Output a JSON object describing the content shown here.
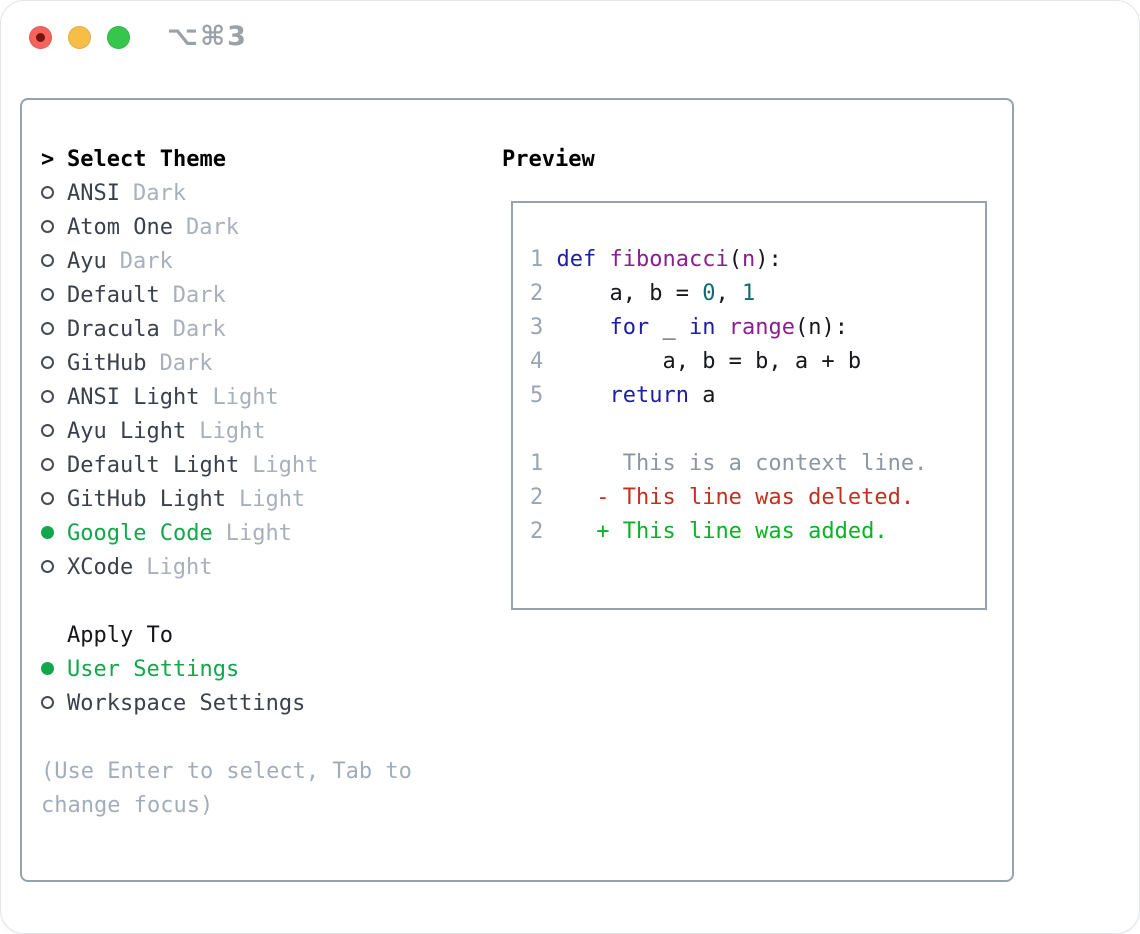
{
  "window": {
    "title": "⌥⌘3"
  },
  "colors": {
    "accent_green": "#12a74b",
    "radio_outline": "#474d55",
    "item_text": "#3b414b",
    "tag_text": "#a7b0bb",
    "hint_text": "#a3adb9",
    "panel_border": "#98a2ad",
    "traffic": {
      "close": "#f4645c",
      "close_dot": "#73150a",
      "minimize": "#f6bd47",
      "zoom": "#37c64c"
    },
    "syntax": {
      "ln": "#9aa5b1",
      "pln": "#16181c",
      "kw": "#1e1ea3",
      "fn": "#8a1f8f",
      "lit": "#0e6c6c",
      "ctx": "#8d97a1",
      "del": "#c23120",
      "add": "#0cb226"
    }
  },
  "theme_panel": {
    "header": {
      "prefix": ">",
      "label": "Select Theme"
    },
    "themes": [
      {
        "name": "ANSI",
        "tag": "Dark",
        "selected": false
      },
      {
        "name": "Atom One",
        "tag": "Dark",
        "selected": false
      },
      {
        "name": "Ayu",
        "tag": "Dark",
        "selected": false
      },
      {
        "name": "Default",
        "tag": "Dark",
        "selected": false
      },
      {
        "name": "Dracula",
        "tag": "Dark",
        "selected": false
      },
      {
        "name": "GitHub",
        "tag": "Dark",
        "selected": false
      },
      {
        "name": "ANSI Light",
        "tag": "Light",
        "selected": false
      },
      {
        "name": "Ayu Light",
        "tag": "Light",
        "selected": false
      },
      {
        "name": "Default Light",
        "tag": "Light",
        "selected": false
      },
      {
        "name": "GitHub Light",
        "tag": "Light",
        "selected": false
      },
      {
        "name": "Google Code",
        "tag": "Light",
        "selected": true
      },
      {
        "name": "XCode",
        "tag": "Light",
        "selected": false
      }
    ],
    "apply_to": {
      "label": "Apply To",
      "options": [
        {
          "name": "User Settings",
          "selected": true
        },
        {
          "name": "Workspace Settings",
          "selected": false
        }
      ]
    },
    "hint": "(Use Enter to select, Tab to change focus)"
  },
  "preview": {
    "label": "Preview",
    "lines": [
      [
        {
          "c": "ln",
          "t": "1 "
        },
        {
          "c": "kw",
          "t": "def"
        },
        {
          "c": "pln",
          "t": " "
        },
        {
          "c": "fn",
          "t": "fibonacci"
        },
        {
          "c": "pln",
          "t": "("
        },
        {
          "c": "fn",
          "t": "n"
        },
        {
          "c": "pln",
          "t": "):"
        }
      ],
      [
        {
          "c": "ln",
          "t": "2 "
        },
        {
          "c": "pln",
          "t": "    a, b = "
        },
        {
          "c": "lit",
          "t": "0"
        },
        {
          "c": "pln",
          "t": ", "
        },
        {
          "c": "lit",
          "t": "1"
        }
      ],
      [
        {
          "c": "ln",
          "t": "3 "
        },
        {
          "c": "pln",
          "t": "    "
        },
        {
          "c": "kw",
          "t": "for"
        },
        {
          "c": "pln",
          "t": " _ "
        },
        {
          "c": "kw",
          "t": "in"
        },
        {
          "c": "pln",
          "t": " "
        },
        {
          "c": "fn",
          "t": "range"
        },
        {
          "c": "pln",
          "t": "(n):"
        }
      ],
      [
        {
          "c": "ln",
          "t": "4 "
        },
        {
          "c": "pln",
          "t": "        a, b = b, a + b"
        }
      ],
      [
        {
          "c": "ln",
          "t": "5 "
        },
        {
          "c": "pln",
          "t": "    "
        },
        {
          "c": "kw",
          "t": "return"
        },
        {
          "c": "pln",
          "t": " a"
        }
      ],
      [],
      [
        {
          "c": "ln",
          "t": "1 "
        },
        {
          "c": "ctx",
          "t": "     This is a context line."
        }
      ],
      [
        {
          "c": "ln",
          "t": "2 "
        },
        {
          "c": "del",
          "t": "   - This line was deleted."
        }
      ],
      [
        {
          "c": "ln",
          "t": "2 "
        },
        {
          "c": "add",
          "t": "   + This line was added."
        }
      ]
    ]
  }
}
